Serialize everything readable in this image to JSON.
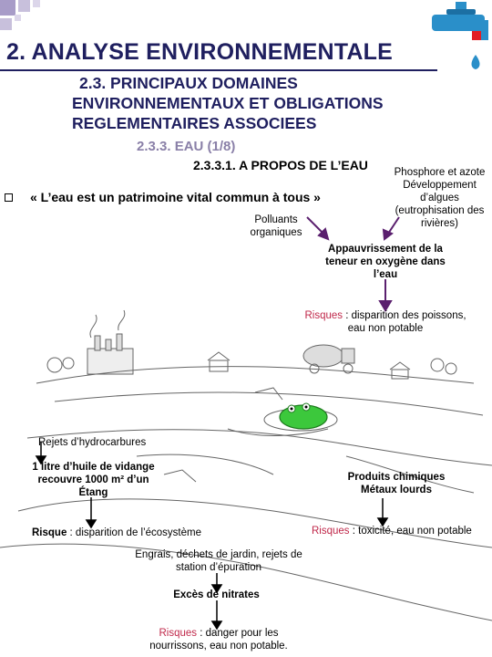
{
  "title": "2. ANALYSE ENVIRONNEMENTALE",
  "subtitle_line1": "2.3. PRINCIPAUX DOMAINES",
  "subtitle_line2": "ENVIRONNEMENTAUX ET OBLIGATIONS",
  "subtitle_line3": "REGLEMENTAIRES ASSOCIEES",
  "section": "2.3.3. EAU (1/8)",
  "subsection": "2.3.3.1. A PROPOS DE L’EAU",
  "quote": "« L’eau est un patrimoine vital commun à tous »",
  "labels": {
    "polluants_1": "Polluants",
    "polluants_2": "organiques",
    "phosphore_1": "Phosphore et azote",
    "phosphore_2": "Développement",
    "phosphore_3": "d’algues",
    "phosphore_4": "(eutrophisation des",
    "phosphore_5": "rivières)",
    "appauv_1": "Appauvrissement de la",
    "appauv_2": "teneur en oxygène dans",
    "appauv_3": "l’eau",
    "risques_word": "Risques",
    "risques_poissons_1": " : disparition des poissons,",
    "risques_poissons_2": "eau non potable",
    "rejets": "Rejets d’hydrocarbures",
    "huile_1": "1 litre d’huile de vidange",
    "huile_2": "recouvre 1000 m² d’un",
    "huile_3": "Étang",
    "produits_1": "Produits chimiques",
    "produits_2": "Métaux lourds",
    "risque_word": "Risque",
    "risque_eco": " : disparition de l’écosystème",
    "risques_toxicite": " : toxicité, eau non potable",
    "engrais_1": "Engrais, déchets de jardin, rejets de",
    "engrais_2": "station d’épuration",
    "nitrates": "Excès de nitrates",
    "risques_danger_1": " : danger pour les",
    "risques_danger_2": "nourrissons, eau non potable."
  },
  "colors": {
    "title": "#1f1f5f",
    "section": "#8a80a8",
    "risk_red": "#c0284a",
    "arrow_purple": "#5a1f6e",
    "accent_blue": "#2a8fc9",
    "deco_purple": "#a89cc8",
    "frog_green": "#3cc83c"
  }
}
